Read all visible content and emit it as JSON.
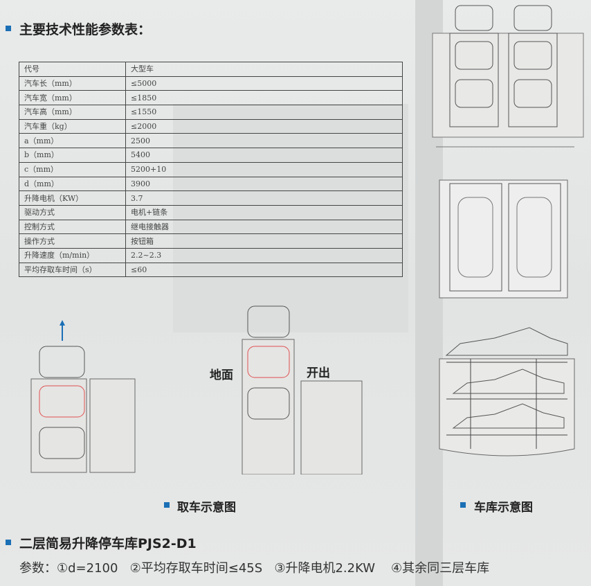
{
  "heading": "主要技术性能参数表：",
  "table": {
    "rows": [
      [
        "代号",
        "大型车"
      ],
      [
        "汽车长（mm）",
        "≤5000"
      ],
      [
        "汽车宽（mm）",
        "≤1850"
      ],
      [
        "汽车高（mm）",
        "≤1550"
      ],
      [
        "汽车重（kg）",
        "≤2000"
      ],
      [
        "a（mm）",
        "2500"
      ],
      [
        "b（mm）",
        "5400"
      ],
      [
        "c（mm）",
        "5200+10"
      ],
      [
        "d（mm）",
        "3900"
      ],
      [
        "升降电机（KW）",
        "3.7"
      ],
      [
        "驱动方式",
        "电机+链条"
      ],
      [
        "控制方式",
        "继电接触器"
      ],
      [
        "操作方式",
        "按钮箱"
      ],
      [
        "升降速度（m/min）",
        "2.2~2.3"
      ],
      [
        "平均存取车时间（s）",
        "≤60"
      ]
    ]
  },
  "diagram_labels": {
    "ground": "地面",
    "exit": "开出"
  },
  "captions": {
    "pickup": "取车示意图",
    "garage": "车库示意图"
  },
  "section2": {
    "title": "二层简易升降停车库PJS2-D1",
    "params": "参数：①d=2100   ②平均存取车时间≤45S   ③升降电机2.2KW    ④其余同三层车库"
  },
  "colors": {
    "accent": "#1a6fb5",
    "highlight": "#e05050"
  }
}
